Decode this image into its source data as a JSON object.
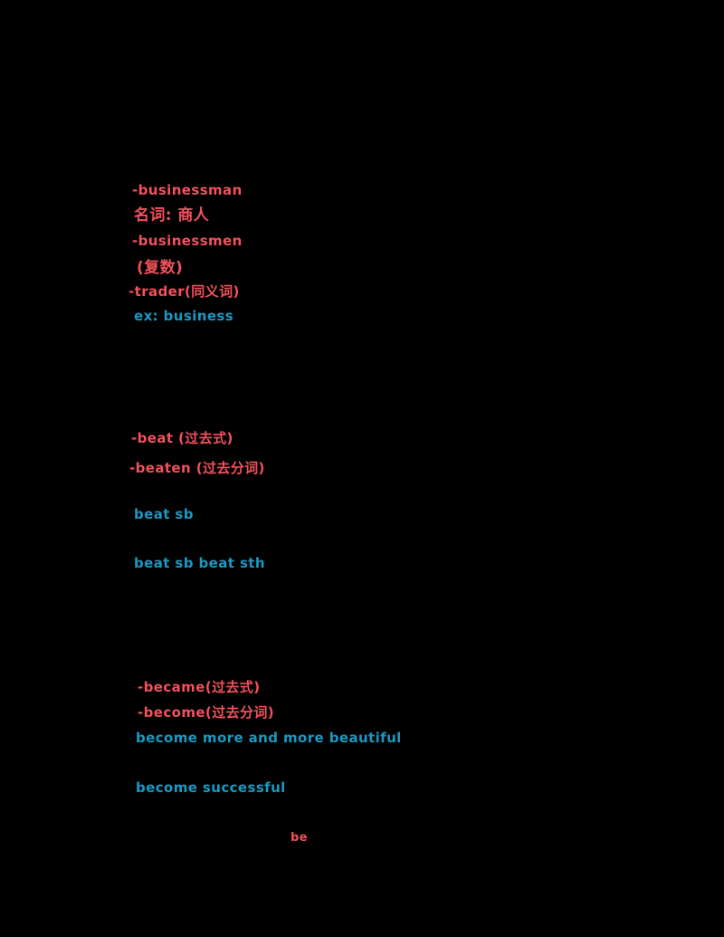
{
  "colors": {
    "background": "#000000",
    "red": "#f2515c",
    "cyan": "#1b98c1"
  },
  "vocab_notes": {
    "businessman": {
      "word_line": "-businessman",
      "meaning_line": "名词: 商人",
      "plural_word_line": "-businessmen",
      "plural_label": "(复数)",
      "synonym_line": "-trader(同义词)",
      "example_line": "ex: business"
    },
    "beat": {
      "past_tense_line": "-beat (过去式)",
      "past_participle_line": "-beaten (过去分词)",
      "phrase_line_1": "beat sb",
      "phrase_line_2": "beat sb beat sth"
    },
    "become": {
      "past_tense_line": "-became(过去式)",
      "past_participle_line": "-become(过去分词)",
      "example_line_1": "become more and more beautiful",
      "example_line_2": "become successful"
    },
    "stray_note": "be"
  }
}
